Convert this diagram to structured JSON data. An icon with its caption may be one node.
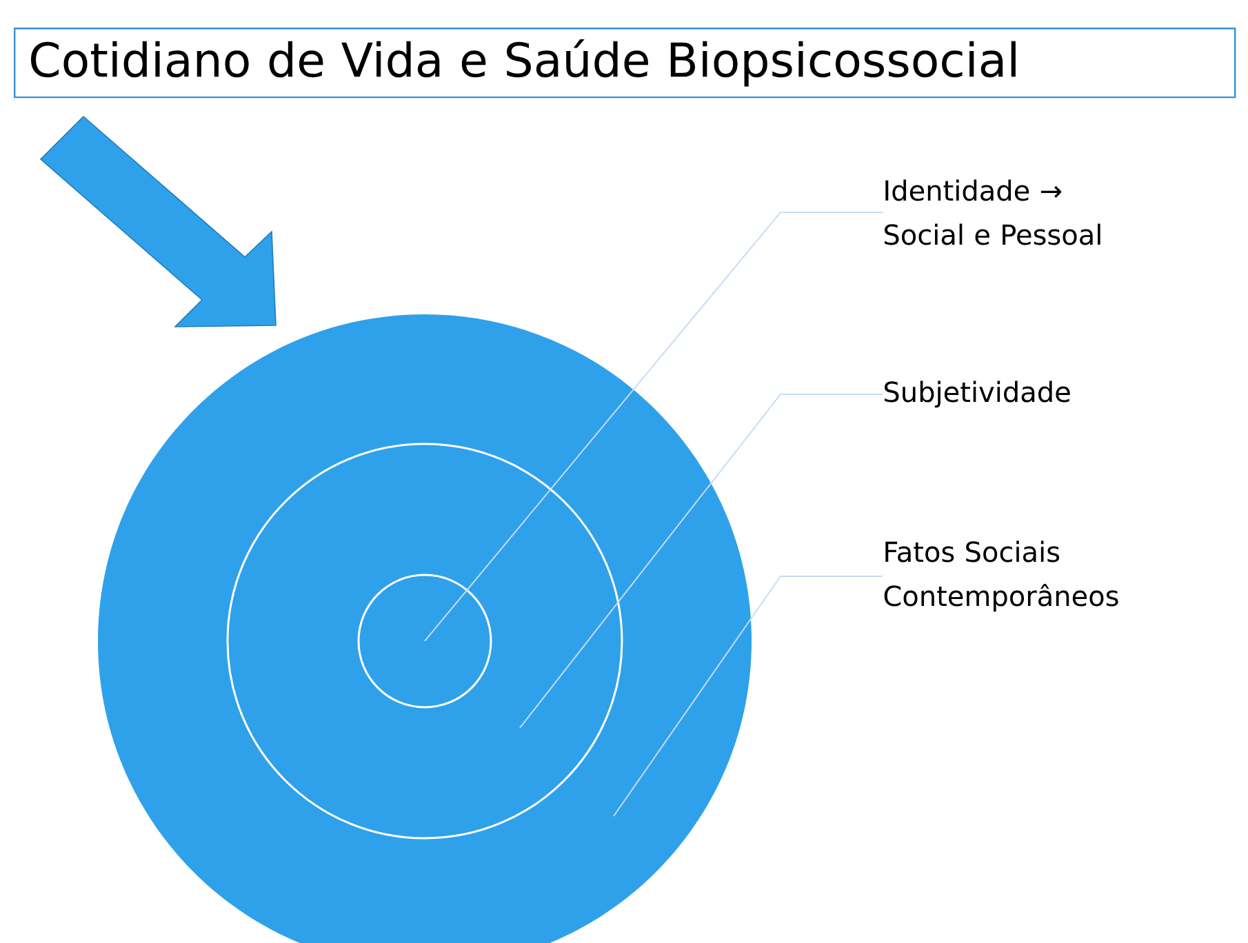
{
  "diagram": {
    "title": "Cotidiano de Vida e Saúde Biopsicossocial",
    "nodes": [
      {
        "text": [],
        "shape": "circle"
      },
      {
        "text": [],
        "shape": "circle",
        "in": 0
      },
      {
        "text": [],
        "shape": "circle",
        "in": 1
      },
      {
        "text": [
          "Identidade → Social e Pessoal"
        ]
      },
      {
        "text": [
          "Subjetividade"
        ]
      },
      {
        "text": [
          "Fatos Sociais Contemporâneos"
        ]
      }
    ],
    "edges": [
      {
        "from": 3,
        "to": 2,
        "arrow": "none"
      },
      {
        "from": 4,
        "to": 1,
        "arrow": "none"
      },
      {
        "from": 5,
        "to": 0,
        "arrow": "none"
      },
      {
        "from": null,
        "to": 0,
        "arrow": "to"
      }
    ]
  }
}
